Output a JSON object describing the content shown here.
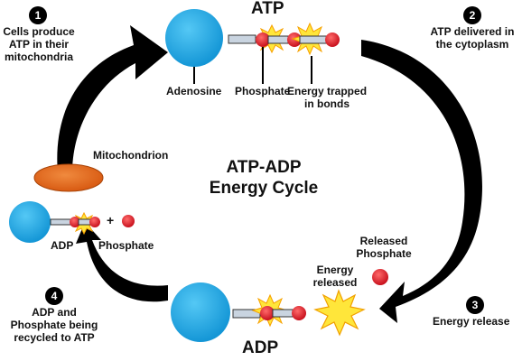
{
  "title": {
    "line1": "ATP-ADP",
    "line2": "Energy Cycle"
  },
  "atp_molecule": {
    "heading": "ATP",
    "adenosine_label": "Adenosine",
    "phosphate_label": "Phosphate",
    "bond_energy_label": {
      "line1": "Energy trapped",
      "line2": "in bonds"
    }
  },
  "adp_molecule": {
    "heading": "ADP"
  },
  "left_molecule": {
    "adp_label": "ADP",
    "plus": "+",
    "phosphate_label": "Phosphate"
  },
  "mitochondrion_label": "Mitochondrion",
  "energy_released_label": {
    "line1": "Energy",
    "line2": "released"
  },
  "released_phosphate_label": {
    "line1": "Released",
    "line2": "Phosphate"
  },
  "steps": [
    {
      "number": "1",
      "line1": "Cells produce",
      "line2": "ATP in their",
      "line3": "mitochondria"
    },
    {
      "number": "2",
      "line1": "ATP delivered in",
      "line2": "the cytoplasm"
    },
    {
      "number": "3",
      "line1": "Energy release"
    },
    {
      "number": "4",
      "line1": "ADP and",
      "line2": "Phosphate being",
      "line3": "recycled to ATP"
    }
  ],
  "colors": {
    "adenosine": "#1ca7e6",
    "phosphate": "#e8202b",
    "bond": "#c9d4e0",
    "energy_burst": "#ffe63a",
    "mitochondrion": "#e8691f",
    "arrow": "#000000"
  }
}
